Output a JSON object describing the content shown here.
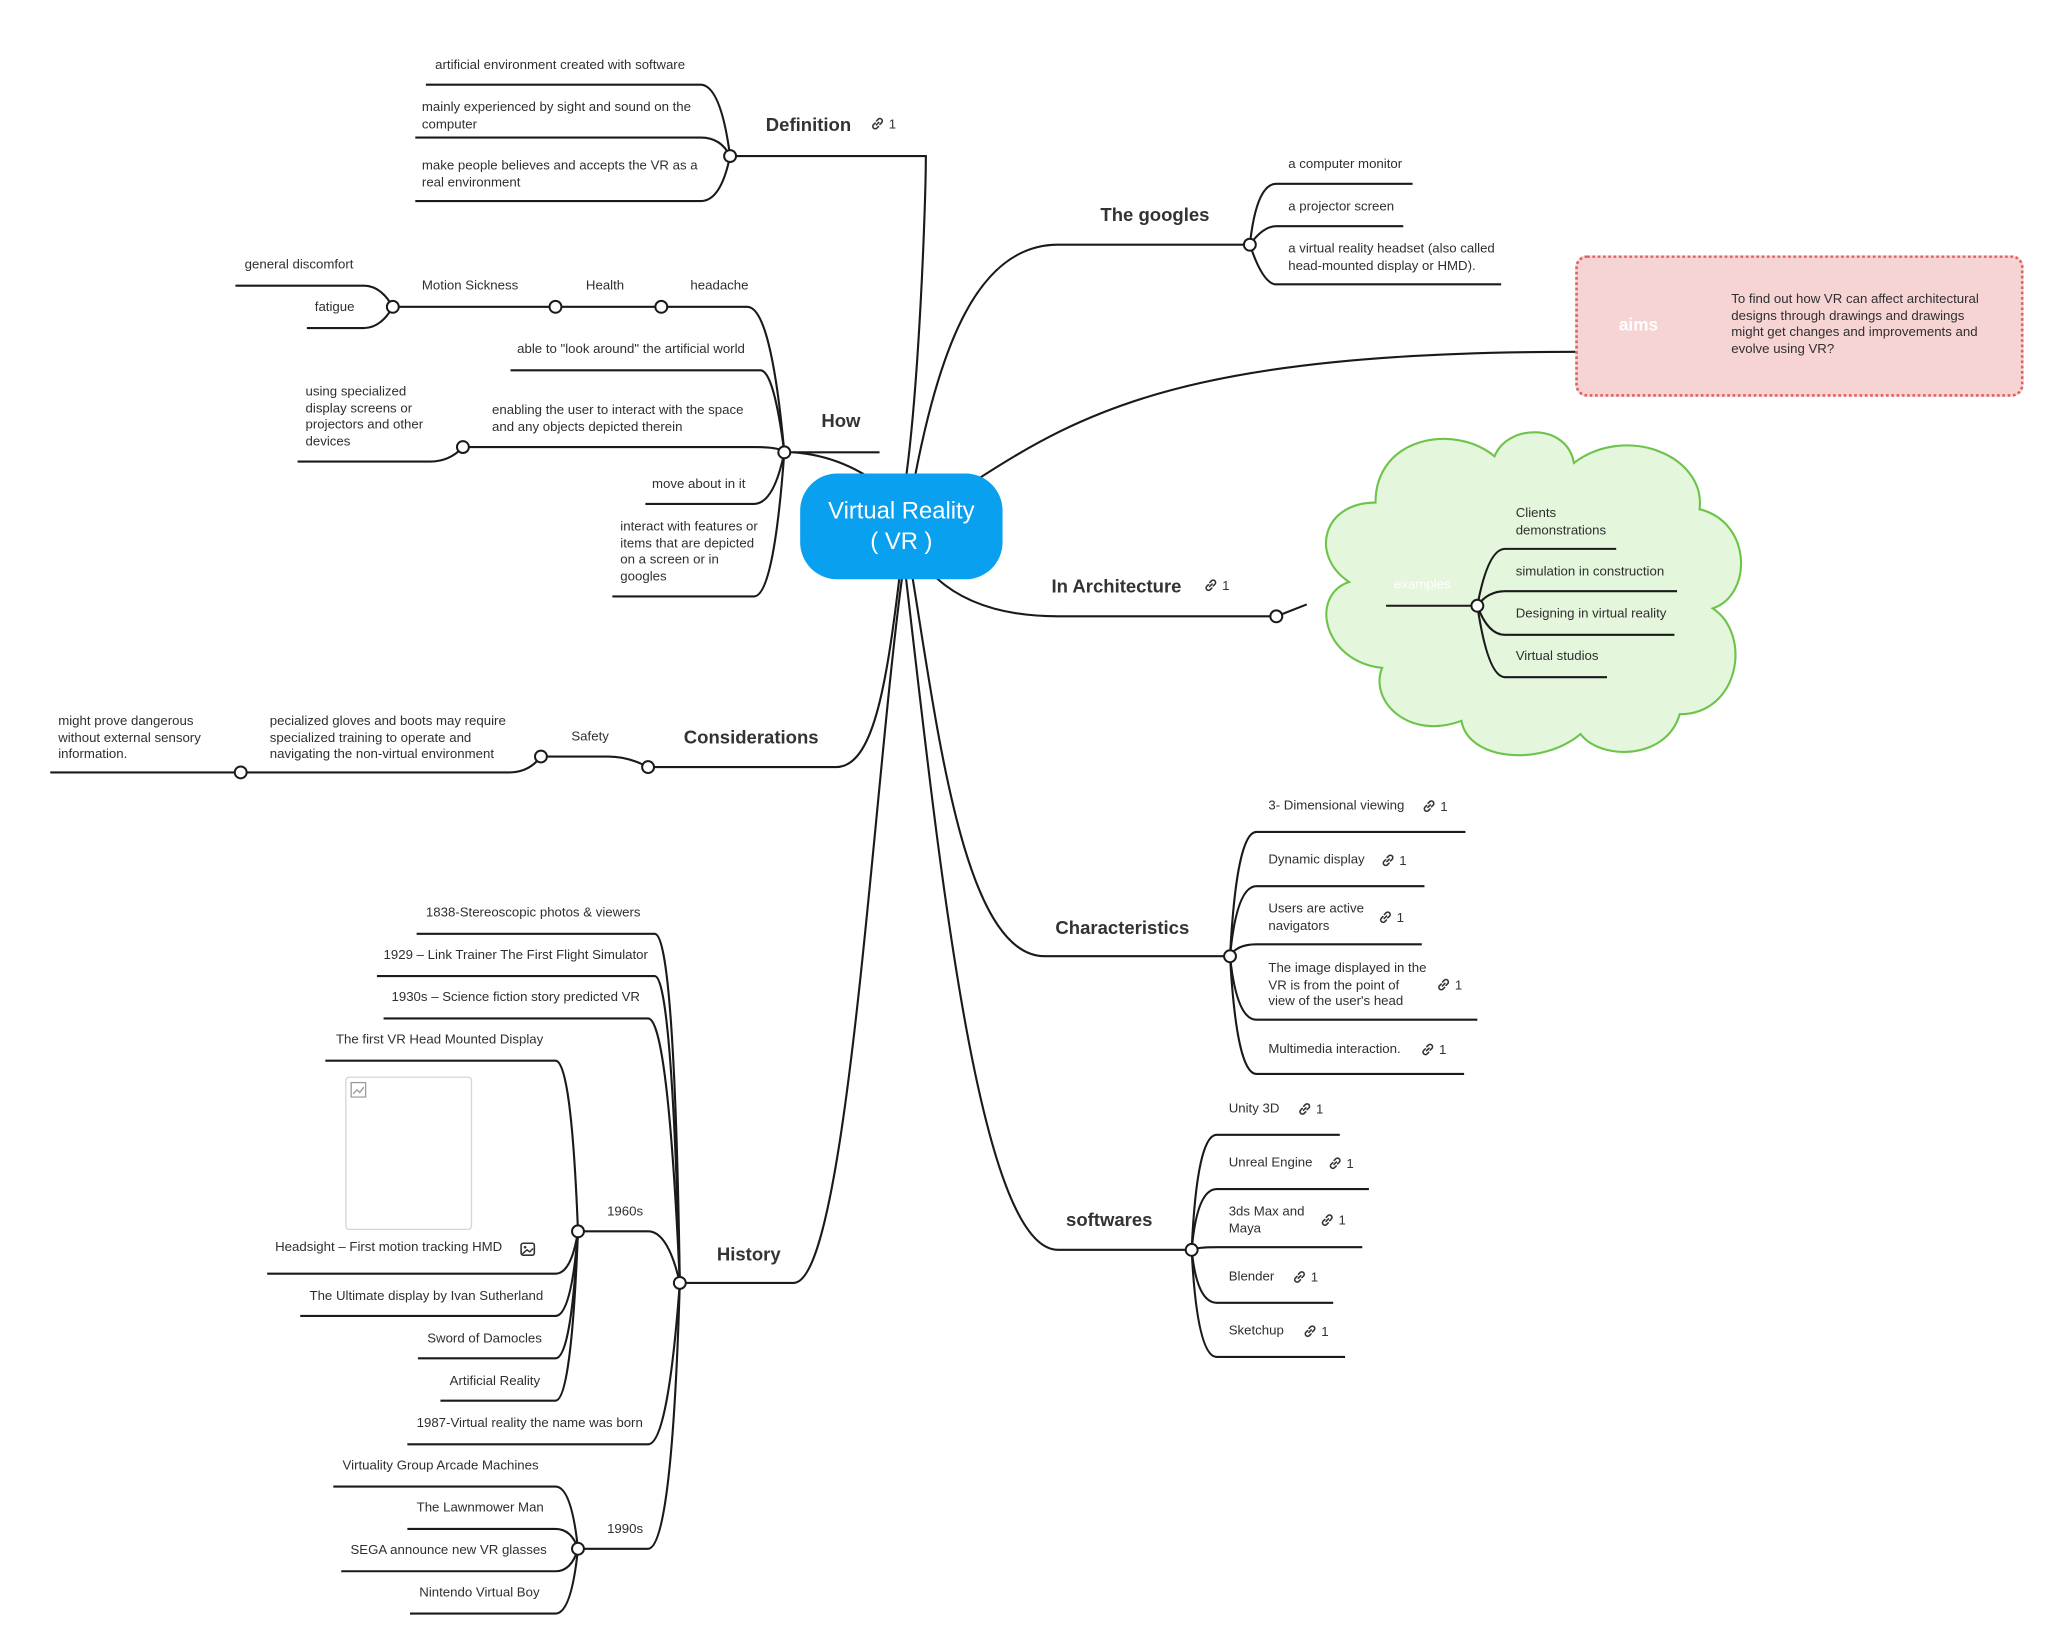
{
  "center": {
    "line1": "Virtual Reality",
    "line2": "( VR )"
  },
  "definition": {
    "title": "Definition",
    "link_count": "1",
    "items": [
      "artificial environment created with software",
      "mainly experienced by sight and sound on the computer",
      "make people believes and accepts the VR as a real environment"
    ]
  },
  "how": {
    "title": "How",
    "headache": "headache",
    "health": "Health",
    "motion_sickness": "Motion Sickness",
    "general_discomfort": "general discomfort",
    "fatigue": "fatigue",
    "look_around": "able to \"look around\" the artificial world",
    "enabling": "enabling the user to interact with the space and any objects depicted therein",
    "specialized": "using specialized display screens or projectors and other devices",
    "move_about": "move about in it",
    "interact": "interact with features or items that are depicted on a screen or in googles"
  },
  "considerations": {
    "title": "Considerations",
    "safety": "Safety",
    "gloves": "pecialized gloves and boots may require specialized training to operate and navigating the non-virtual environment",
    "dangerous": "might prove dangerous without external sensory information."
  },
  "history": {
    "title": "History",
    "y1838": "1838-Stereoscopic photos & viewers",
    "y1929": "1929 – Link Trainer The First Flight Simulator",
    "y1930": "1930s – Science fiction story predicted VR",
    "s1960": "1960s",
    "first_hmd": "The first VR Head Mounted Display",
    "headsight": "Headsight – First motion tracking HMD",
    "ultimate": "The Ultimate display by Ivan Sutherland",
    "sword": "Sword of Damocles",
    "artificial": "Artificial Reality",
    "y1987": "1987-Virtual reality the name was born",
    "s1990": "1990s",
    "virtuality": "Virtuality Group Arcade Machines",
    "lawnmower": "The Lawnmower Man",
    "sega": "SEGA announce new VR glasses",
    "nintendo": "Nintendo Virtual Boy"
  },
  "googles": {
    "title": "The googles",
    "items": [
      "a computer monitor",
      "a projector screen",
      "a virtual reality headset (also called head-mounted display or HMD)."
    ]
  },
  "aims": {
    "title": "aims",
    "text": "To find out how VR can affect architectural designs through drawings and drawings might get changes and improvements and evolve using VR?"
  },
  "architecture": {
    "title": "In Architecture",
    "link_count": "1",
    "examples_label": "examples",
    "items": [
      "Clients demonstrations",
      "simulation in construction",
      "Designing in virtual reality",
      "Virtual studios"
    ]
  },
  "characteristics": {
    "title": "Characteristics",
    "items": [
      {
        "label": "3- Dimensional viewing",
        "count": "1"
      },
      {
        "label": "Dynamic display",
        "count": "1"
      },
      {
        "label": "Users are active navigators",
        "count": "1"
      },
      {
        "label": "The image displayed in the VR is from the point of view of the user's head",
        "count": "1"
      },
      {
        "label": "Multimedia interaction.",
        "count": "1"
      }
    ]
  },
  "softwares": {
    "title": "softwares",
    "items": [
      {
        "label": "Unity 3D",
        "count": "1"
      },
      {
        "label": "Unreal Engine",
        "count": "1"
      },
      {
        "label": "3ds Max and Maya",
        "count": "1"
      },
      {
        "label": "Blender",
        "count": "1"
      },
      {
        "label": "Sketchup",
        "count": "1"
      }
    ]
  },
  "colors": {
    "center": "#0aa0f0",
    "aims_fill": "#f6d4d4",
    "aims_border": "#e06060",
    "cloud_fill": "#e4f6dc",
    "cloud_border": "#6cc44a",
    "line": "#1a1a1a"
  },
  "icons": {
    "link": "link-icon",
    "image": "image-icon",
    "node": "node-circle"
  }
}
